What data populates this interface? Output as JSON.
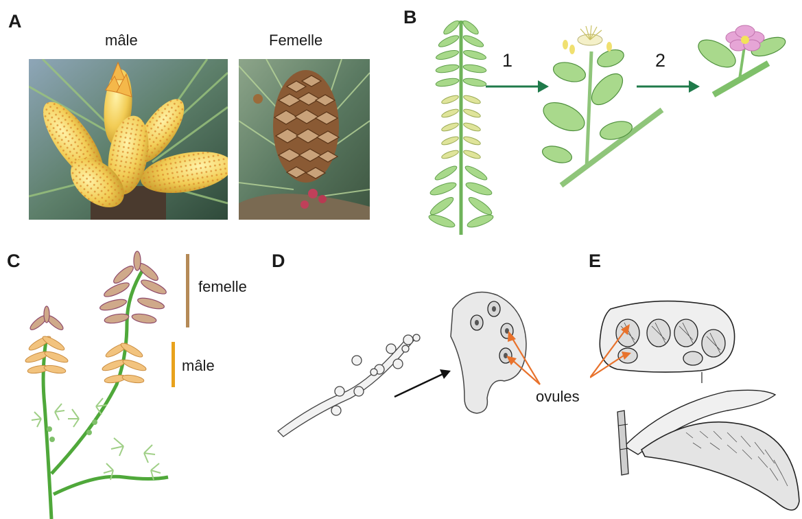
{
  "panels": {
    "a": {
      "letter": "A",
      "left_caption": "mâle",
      "right_caption": "Femelle"
    },
    "b": {
      "letter": "B",
      "step1": "1",
      "step2": "2",
      "arrow_color": "#1f7a4a"
    },
    "c": {
      "letter": "C",
      "female_label": "femelle",
      "male_label": "mâle",
      "female_bar_color": "#b58a57",
      "male_bar_color": "#e8a21c"
    },
    "d": {
      "letter": "D",
      "ovules_label": "ovules"
    },
    "e": {
      "letter": "E"
    }
  },
  "accent": {
    "ovule_arrow_color": "#e8722c",
    "leaf_green": "#8fcf7a",
    "stem_green": "#5cae45"
  }
}
